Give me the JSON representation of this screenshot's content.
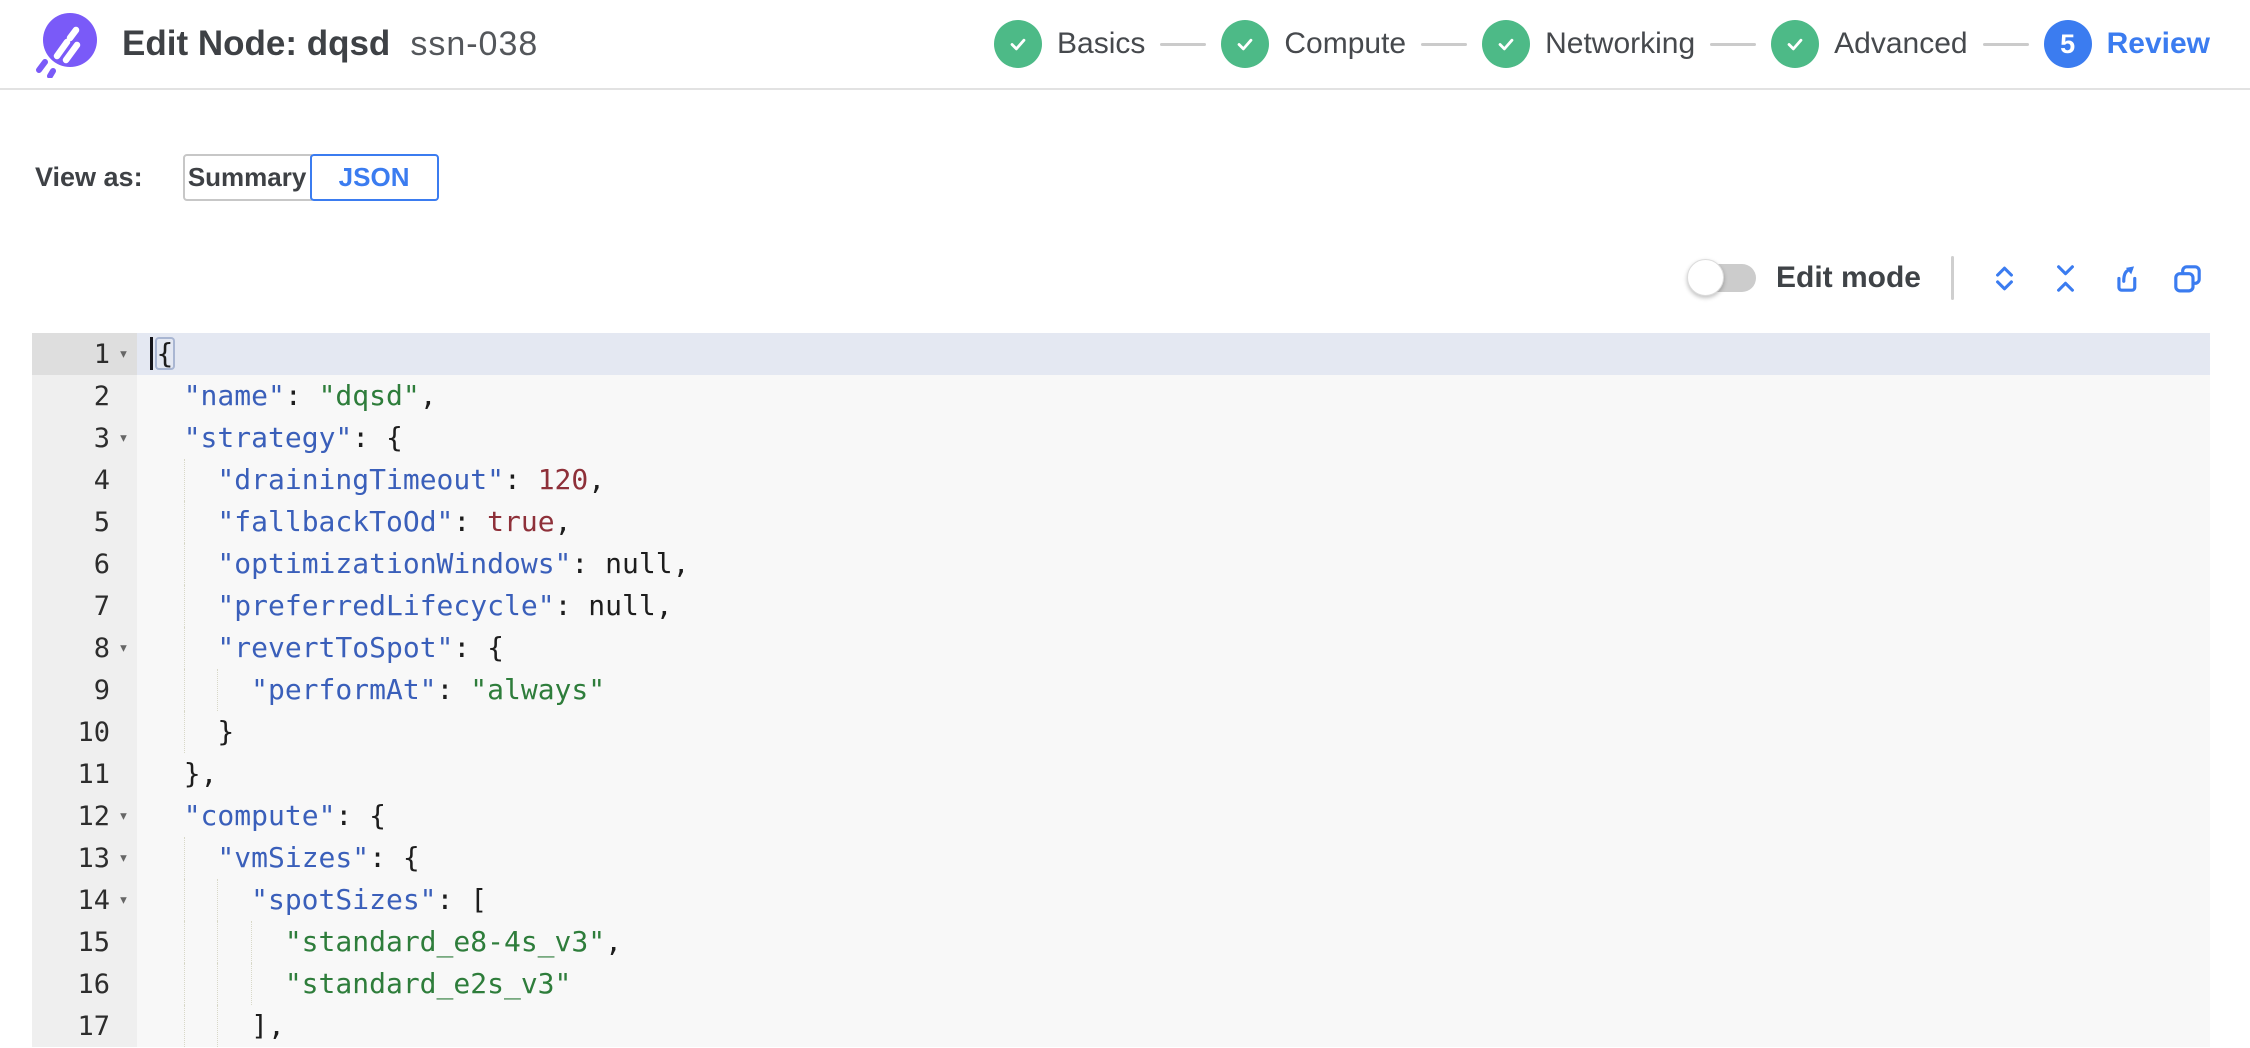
{
  "colors": {
    "accent_blue": "#3b7cf0",
    "step_done_green": "#4dba87",
    "logo_purple": "#7a5af8",
    "editor_key_blue": "#3a5fba",
    "editor_string_green": "#2e7d3b",
    "editor_number_red": "#8e3039",
    "active_line_bg": "#e4e8f2"
  },
  "header": {
    "title": "Edit Node: dqsd",
    "subtitle": "ssn-038"
  },
  "stepper": {
    "steps": [
      {
        "label": "Basics",
        "state": "done"
      },
      {
        "label": "Compute",
        "state": "done"
      },
      {
        "label": "Networking",
        "state": "done"
      },
      {
        "label": "Advanced",
        "state": "done"
      },
      {
        "label": "Review",
        "state": "current",
        "number": "5"
      }
    ]
  },
  "view_as": {
    "label": "View as:",
    "options": [
      {
        "label": "Summary",
        "selected": false
      },
      {
        "label": "JSON",
        "selected": true
      }
    ]
  },
  "toolbar": {
    "edit_mode_label": "Edit mode",
    "edit_mode_on": false,
    "icons": [
      "expand-rows-icon",
      "collapse-rows-icon",
      "export-icon",
      "copy-icon"
    ]
  },
  "editor": {
    "active_line": 1,
    "lines": [
      {
        "num": 1,
        "fold": true,
        "cursor": true,
        "indent": 0,
        "tokens": [
          [
            "brace",
            "{"
          ]
        ]
      },
      {
        "num": 2,
        "fold": false,
        "indent": 1,
        "tokens": [
          [
            "key",
            "\"name\""
          ],
          [
            "pun",
            ": "
          ],
          [
            "str",
            "\"dqsd\""
          ],
          [
            "pun",
            ","
          ]
        ]
      },
      {
        "num": 3,
        "fold": true,
        "indent": 1,
        "tokens": [
          [
            "key",
            "\"strategy\""
          ],
          [
            "pun",
            ": {"
          ]
        ]
      },
      {
        "num": 4,
        "fold": false,
        "indent": 2,
        "tokens": [
          [
            "key",
            "\"drainingTimeout\""
          ],
          [
            "pun",
            ": "
          ],
          [
            "num",
            "120"
          ],
          [
            "pun",
            ","
          ]
        ]
      },
      {
        "num": 5,
        "fold": false,
        "indent": 2,
        "tokens": [
          [
            "key",
            "\"fallbackToOd\""
          ],
          [
            "pun",
            ": "
          ],
          [
            "bool",
            "true"
          ],
          [
            "pun",
            ","
          ]
        ]
      },
      {
        "num": 6,
        "fold": false,
        "indent": 2,
        "tokens": [
          [
            "key",
            "\"optimizationWindows\""
          ],
          [
            "pun",
            ": "
          ],
          [
            "nul",
            "null"
          ],
          [
            "pun",
            ","
          ]
        ]
      },
      {
        "num": 7,
        "fold": false,
        "indent": 2,
        "tokens": [
          [
            "key",
            "\"preferredLifecycle\""
          ],
          [
            "pun",
            ": "
          ],
          [
            "nul",
            "null"
          ],
          [
            "pun",
            ","
          ]
        ]
      },
      {
        "num": 8,
        "fold": true,
        "indent": 2,
        "tokens": [
          [
            "key",
            "\"revertToSpot\""
          ],
          [
            "pun",
            ": {"
          ]
        ]
      },
      {
        "num": 9,
        "fold": false,
        "indent": 3,
        "tokens": [
          [
            "key",
            "\"performAt\""
          ],
          [
            "pun",
            ": "
          ],
          [
            "str",
            "\"always\""
          ]
        ]
      },
      {
        "num": 10,
        "fold": false,
        "indent": 2,
        "tokens": [
          [
            "pun",
            "}"
          ]
        ]
      },
      {
        "num": 11,
        "fold": false,
        "indent": 1,
        "tokens": [
          [
            "pun",
            "},"
          ]
        ]
      },
      {
        "num": 12,
        "fold": true,
        "indent": 1,
        "tokens": [
          [
            "key",
            "\"compute\""
          ],
          [
            "pun",
            ": {"
          ]
        ]
      },
      {
        "num": 13,
        "fold": true,
        "indent": 2,
        "tokens": [
          [
            "key",
            "\"vmSizes\""
          ],
          [
            "pun",
            ": {"
          ]
        ]
      },
      {
        "num": 14,
        "fold": true,
        "indent": 3,
        "tokens": [
          [
            "key",
            "\"spotSizes\""
          ],
          [
            "pun",
            ": ["
          ]
        ]
      },
      {
        "num": 15,
        "fold": false,
        "indent": 4,
        "tokens": [
          [
            "str",
            "\"standard_e8-4s_v3\""
          ],
          [
            "pun",
            ","
          ]
        ]
      },
      {
        "num": 16,
        "fold": false,
        "indent": 4,
        "tokens": [
          [
            "str",
            "\"standard_e2s_v3\""
          ]
        ]
      },
      {
        "num": 17,
        "fold": false,
        "indent": 3,
        "tokens": [
          [
            "pun",
            "],"
          ]
        ]
      }
    ]
  }
}
